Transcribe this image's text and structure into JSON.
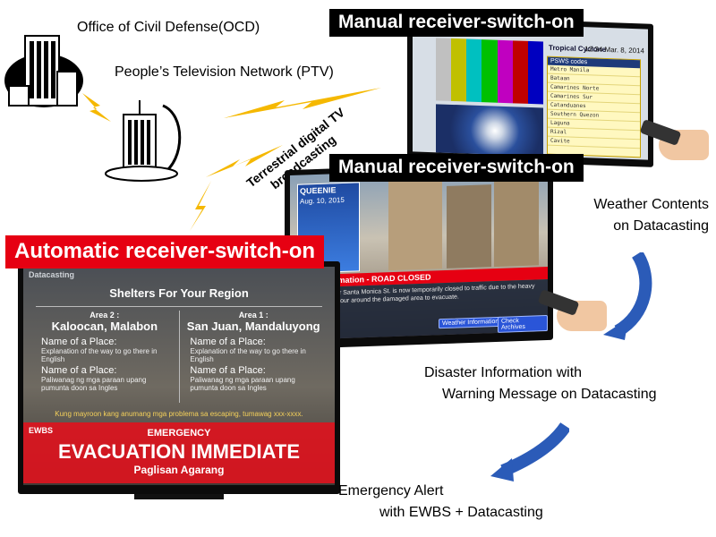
{
  "labels": {
    "ocd": "Office of Civil Defense(OCD)",
    "ptv": "People’s Television Network (PTV)",
    "broadcast_line1": "Terrestrial digital TV",
    "broadcast_line2": "broadcasting",
    "weather_line1": "Weather Contents",
    "weather_line2": "on Datacasting",
    "disaster_line1": "Disaster Information with",
    "disaster_line2": "Warning Message on Datacasting",
    "emergency_line1": "Emergency Alert",
    "emergency_line2": "with EWBS + Datacasting"
  },
  "headers": {
    "manual_1": "Manual receiver-switch-on",
    "manual_2": "Manual receiver-switch-on",
    "automatic": "Automatic receiver-switch-on"
  },
  "tv_cyclone": {
    "title": "Tropical Cyclone",
    "time": "12:34 Mar. 8, 2014",
    "panel_title": "PSWS codes",
    "rows": [
      "Metro Manila",
      "Bataan",
      "Camarines Norte",
      "Camarines Sur",
      "Catanduanes",
      "Southern Quezon",
      "Laguna",
      "Rizal",
      "Cavite"
    ]
  },
  "tv_disaster": {
    "tag": "QUEENIE",
    "date": "Aug. 10, 2015",
    "alert": "Traffic Information - ROAD CLOSED",
    "body": "Boulevard corner Santa Monica St. is now temporarily closed to traffic due to the heavy flood. Please detour around the damaged area to evacuate.",
    "btn_weather": "Weather Information",
    "btn_archives": "Check Archives"
  },
  "tv_emergency": {
    "tag": "Datacasting",
    "title": "Shelters For Your Region",
    "areas": [
      {
        "no": "Area 2 :",
        "name": "Kaloocan, Malabon",
        "place1": "Name of a Place:",
        "desc1": "Explanation of the way to go there in English",
        "place2": "Name of a Place:",
        "desc2": "Paliwanag ng mga paraan upang pumunta doon sa Ingles"
      },
      {
        "no": "Area 1 :",
        "name": "San Juan, Mandaluyong",
        "place1": "Name of a Place:",
        "desc1": "Explanation of the way to go there in English",
        "place2": "Name of a Place:",
        "desc2": "Paliwanag ng mga paraan upang pumunta doon sa Ingles"
      }
    ],
    "kung": "Kung mayroon kang anumang mga problema sa escaping, tumawag xxx-xxxx.",
    "ewbs_tag": "EWBS",
    "emergency": "EMERGENCY",
    "evacuation": "EVACUATION IMMEDIATE",
    "paglisan": "Paglisan Agarang"
  },
  "colors": {
    "header_black": "#000000",
    "header_red": "#e60012",
    "lightning": "#f5b800",
    "arrow_blue": "#2b5bb8"
  }
}
